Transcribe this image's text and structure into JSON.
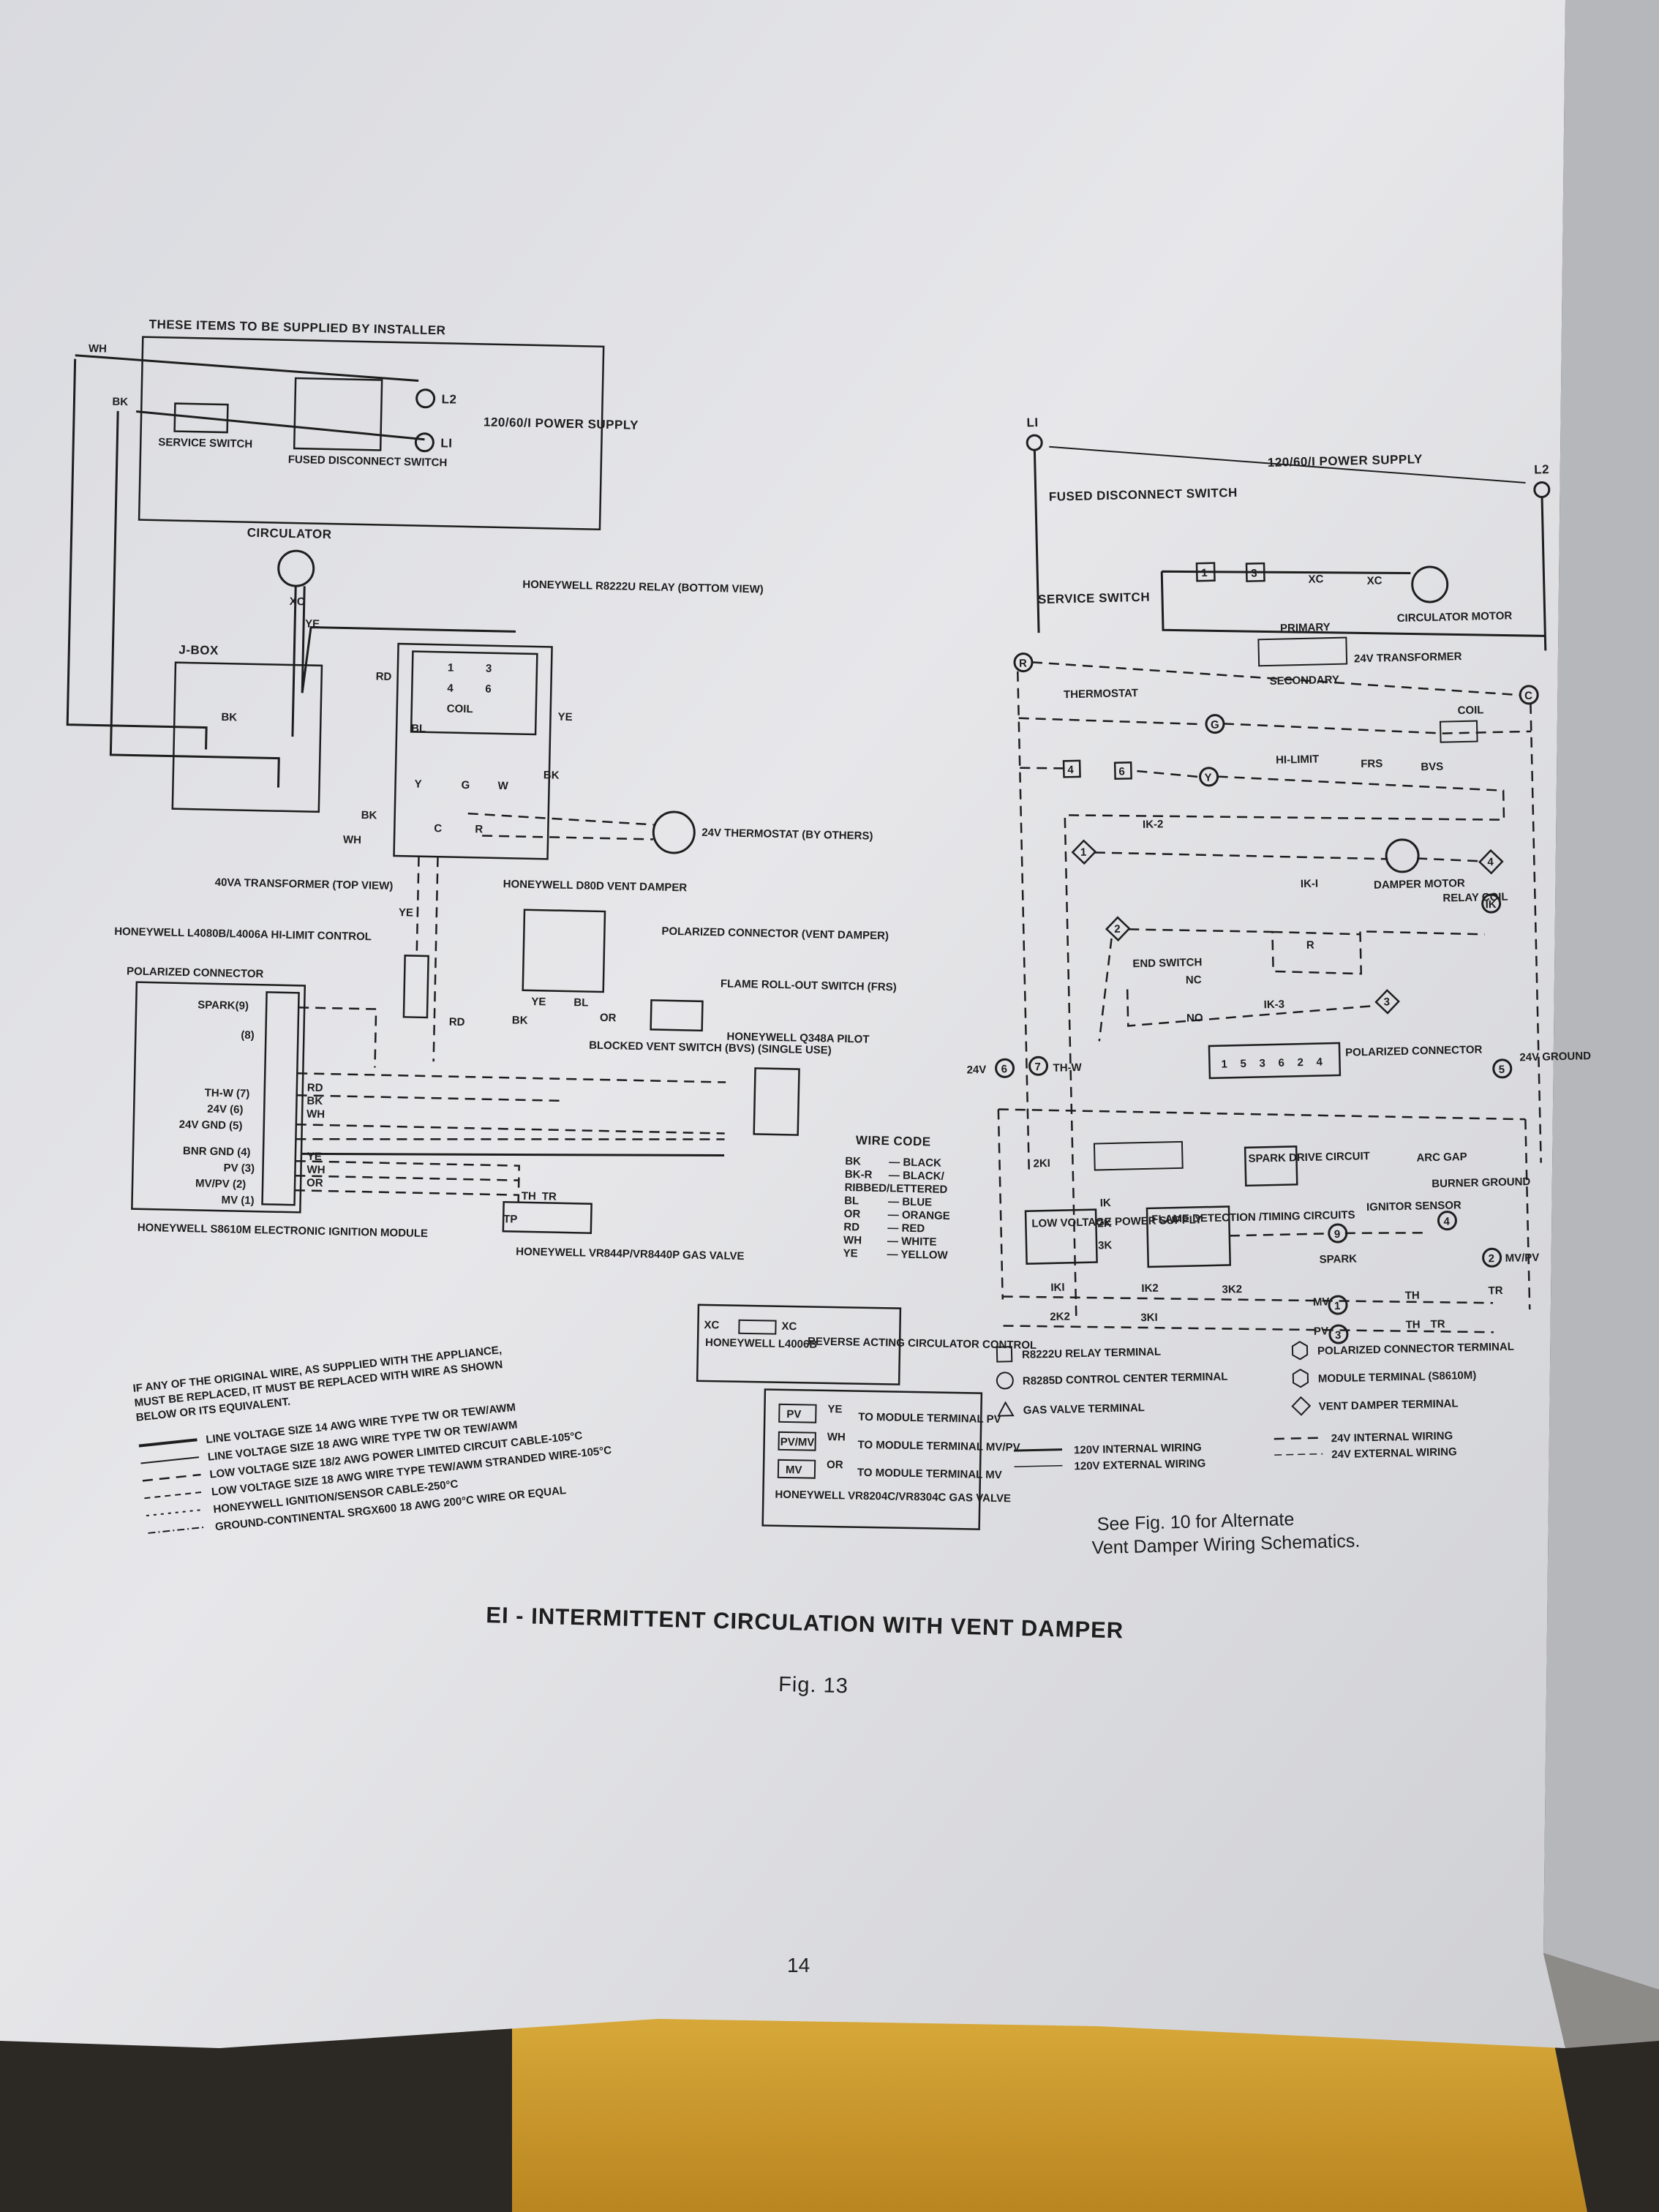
{
  "left_diagram": {
    "installer_box_title": "THESE ITEMS TO BE SUPPLIED BY INSTALLER",
    "wire_wh": "WH",
    "wire_bk": "BK",
    "service_switch": "SERVICE SWITCH",
    "fused_disconnect": "FUSED DISCONNECT SWITCH",
    "l2": "L2",
    "l1": "LI",
    "power_supply": "120/60/I POWER SUPPLY",
    "circulator": "CIRCULATOR",
    "xc": "XC",
    "ye": "YE",
    "jbox": "J-BOX",
    "relay_title": "HONEYWELL R8222U RELAY (BOTTOM VIEW)",
    "relay_terminals": [
      "1",
      "4",
      "COIL",
      "3",
      "6"
    ],
    "relay_screws": [
      "Y",
      "G",
      "W",
      "C",
      "R"
    ],
    "rd": "RD",
    "bl": "BL",
    "thermostat": "24V THERMOSTAT (BY OTHERS)",
    "transformer": "40VA TRANSFORMER (TOP VIEW)",
    "hilimit": "HONEYWELL L4080B/L4006A HI-LIMIT CONTROL",
    "polarized_connector_left": "POLARIZED CONNECTOR",
    "vent_damper": "HONEYWELL D80D VENT DAMPER",
    "polarized_connector_vent": "POLARIZED CONNECTOR (VENT DAMPER)",
    "flame_rollout": "FLAME ROLL-OUT SWITCH (FRS)",
    "pilot": "HONEYWELL Q348A PILOT",
    "blocked_vent": "BLOCKED VENT SWITCH (BVS) (SINGLE USE)",
    "or": "OR",
    "module_terminals": [
      "SPARK(9)",
      "(8)",
      "TH-W (7)",
      "24V (6)",
      "24V GND (5)",
      "BNR GND (4)",
      "PV (3)",
      "MV/PV (2)",
      "MV (1)"
    ],
    "module_wires_top": [
      "RD",
      "BK",
      "WH"
    ],
    "module_wires_bot": [
      "YE",
      "WH",
      "OR"
    ],
    "module": "HONEYWELL S8610M ELECTRONIC IGNITION MODULE",
    "gas_valve": "HONEYWELL VR844P/VR8440P GAS VALVE",
    "valve_terms": [
      "TH",
      "TR",
      "TP"
    ]
  },
  "wire_code": {
    "title": "WIRE CODE",
    "entries": [
      [
        "BK",
        "— BLACK"
      ],
      [
        "BK-R",
        "— BLACK/"
      ],
      [
        "RIBBED/LETTERED",
        ""
      ],
      [
        "BL",
        "— BLUE"
      ],
      [
        "OR",
        "— ORANGE"
      ],
      [
        "RD",
        "— RED"
      ],
      [
        "WH",
        "— WHITE"
      ],
      [
        "YE",
        "— YELLOW"
      ]
    ]
  },
  "wire_note": {
    "lines": [
      "IF ANY OF THE ORIGINAL WIRE, AS SUPPLIED WITH THE APPLIANCE,",
      "MUST BE REPLACED, IT MUST BE REPLACED WITH WIRE AS SHOWN",
      "BELOW OR ITS EQUIVALENT."
    ],
    "legend": [
      "LINE VOLTAGE SIZE 14 AWG WIRE TYPE TW OR TEW/AWM",
      "LINE VOLTAGE SIZE 18 AWG WIRE TYPE TW OR TEW/AWM",
      "LOW VOLTAGE SIZE 18/2 AWG POWER LIMITED CIRCUIT CABLE-105°C",
      "LOW VOLTAGE SIZE 18 AWG WIRE TYPE TEW/AWM STRANDED WIRE-105°C",
      "HONEYWELL IGNITION/SENSOR CABLE-250°C",
      "GROUND-CONTINENTAL SRGX600 18 AWG 200°C WIRE OR EQUAL"
    ]
  },
  "reverse_box": {
    "xc": "XC",
    "model": "HONEYWELL L4006B",
    "desc": "REVERSE ACTING CIRCULATOR CONTROL"
  },
  "valve_box": {
    "rows": [
      [
        "PV",
        "YE",
        "TO MODULE TERMINAL PV"
      ],
      [
        "PV/MV",
        "WH",
        "TO MODULE TERMINAL MV/PV"
      ],
      [
        "MV",
        "OR",
        "TO MODULE TERMINAL MV"
      ]
    ],
    "caption": "HONEYWELL VR8204C/VR8304C GAS VALVE"
  },
  "right_diagram": {
    "l1": "LI",
    "l2": "L2",
    "power_supply": "120/60/I POWER SUPPLY",
    "fused_disconnect": "FUSED DISCONNECT SWITCH",
    "service_switch": "SERVICE SWITCH",
    "relay_1": "1",
    "relay_3": "3",
    "xc": "XC",
    "circulator_motor": "CIRCULATOR MOTOR",
    "primary": "PRIMARY",
    "transformer": "24V TRANSFORMER",
    "secondary": "SECONDARY",
    "r": "R",
    "c": "C",
    "thermostat": "THERMOSTAT",
    "g": "G",
    "coil": "COIL",
    "relay_4": "4",
    "relay_6": "6",
    "y": "Y",
    "hilimit": "HI-LIMIT",
    "frs": "FRS",
    "bvs": "BVS",
    "ik2": "IK-2",
    "d1": "1",
    "d4": "4",
    "damper_motor": "DAMPER MOTOR",
    "relay_coil": "RELAY COIL",
    "ik": "IK",
    "ik1": "IK-I",
    "d2": "2",
    "resistor": "R",
    "end_switch": "END SWITCH",
    "nc": "NC",
    "no": "NO",
    "ik3": "IK-3",
    "d3": "3",
    "v24": "24V",
    "n6": "6",
    "n7": "7",
    "thw": "TH-W",
    "polarized_pins": [
      "1",
      "5",
      "3",
      "6",
      "2",
      "4"
    ],
    "polarized_connector": "POLARIZED CONNECTOR",
    "n5": "5",
    "ground_24v": "24V GROUND",
    "k2k1": "2KI",
    "spark_drive": "SPARK DRIVE CIRCUIT",
    "arc_gap": "ARC GAP",
    "low_voltage": "LOW VOLTAGE POWER SUPPLY",
    "k1k": "IK",
    "k2k": "2K",
    "k3k": "3K",
    "flame_detection": "FLAME DETECTION /TIMING CIRCUITS",
    "n9": "9",
    "spark": "SPARK",
    "ignitor_sensor": "IGNITOR SENSOR",
    "burner_ground": "BURNER GROUND",
    "n4": "4",
    "n2": "2",
    "mvpv": "MV/PV",
    "ik1b": "IKI",
    "ik2b": "IK2",
    "k3k2": "3K2",
    "k2k2": "2K2",
    "k3k1": "3KI",
    "mv": "MV",
    "pv": "PV",
    "n1": "1",
    "n3": "3",
    "th": "TH",
    "tr": "TR"
  },
  "key": {
    "square": "R8222U RELAY TERMINAL",
    "circle": "R8285D CONTROL CENTER TERMINAL",
    "triangle": "GAS VALVE TERMINAL",
    "hexagon": "POLARIZED CONNECTOR TERMINAL",
    "hexagon2": "MODULE TERMINAL (S8610M)",
    "diamond": "VENT DAMPER TERMINAL",
    "v120_int": "120V INTERNAL WIRING",
    "v120_ext": "120V EXTERNAL WIRING",
    "v24_int": "24V INTERNAL WIRING",
    "v24_ext": "24V EXTERNAL WIRING"
  },
  "see_fig": [
    "See Fig. 10 for Alternate",
    "Vent Damper Wiring Schematics."
  ],
  "caption": "EI - INTERMITTENT CIRCULATION WITH VENT DAMPER",
  "fig": "Fig. 13",
  "page_number": "14"
}
